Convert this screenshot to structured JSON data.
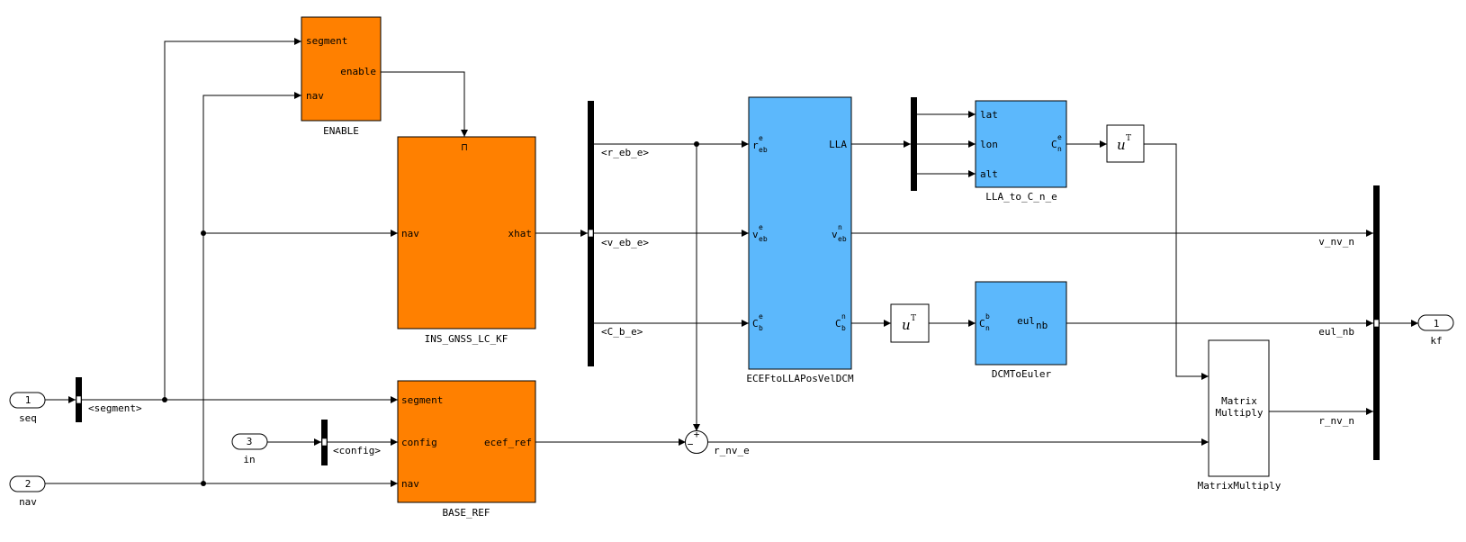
{
  "ports_in": [
    {
      "num": "1",
      "name": "seq"
    },
    {
      "num": "2",
      "name": "nav"
    },
    {
      "num": "3",
      "name": "in"
    }
  ],
  "port_out": {
    "num": "1",
    "name": "kf"
  },
  "blocks": {
    "enable": {
      "name": "ENABLE",
      "in1": "segment",
      "in2": "nav",
      "out": "enable"
    },
    "kf": {
      "name": "INS_GNSS_LC_KF",
      "in": "nav",
      "out": "xhat",
      "trigger": "⊓"
    },
    "base": {
      "name": "BASE_REF",
      "in1": "segment",
      "in2": "config",
      "in3": "nav",
      "out": "ecef_ref"
    },
    "ecef": {
      "name": "ECEFtoLLAPosVelDCM",
      "in1": {
        "base": "r",
        "sup": "e",
        "sub": "eb"
      },
      "in2": {
        "base": "v",
        "sup": "e",
        "sub": "eb"
      },
      "in3": {
        "base": "C",
        "sup": "e",
        "sub": "b"
      },
      "out1": "LLA",
      "out2": {
        "base": "v",
        "sup": "n",
        "sub": "eb"
      },
      "out3": {
        "base": "C",
        "sup": "n",
        "sub": "b"
      }
    },
    "lla": {
      "name": "LLA_to_C_n_e",
      "in1": "lat",
      "in2": "lon",
      "in3": "alt",
      "out": {
        "base": "C",
        "sup": "e",
        "sub": "n"
      }
    },
    "dcm": {
      "name": "DCMToEuler",
      "in": {
        "base": "C",
        "sup": "b",
        "sub": "n"
      },
      "out": {
        "base": "eul",
        "sub": "nb"
      }
    },
    "transpose1": {
      "base": "u",
      "sup": "T"
    },
    "transpose2": {
      "base": "u",
      "sup": "T"
    },
    "matmul": {
      "name": "MatrixMultiply",
      "line1": "Matrix",
      "line2": "Multiply"
    },
    "sum": {
      "plus": "+",
      "minus": "−"
    }
  },
  "signals": {
    "segment": "<segment>",
    "config": "<config>",
    "r_eb_e": "<r_eb_e>",
    "v_eb_e": "<v_eb_e>",
    "C_b_e": "<C_b_e>",
    "r_nv_e": "r_nv_e",
    "v_nv_n": "v_nv_n",
    "eul_nb": "eul_nb",
    "r_nv_n": "r_nv_n"
  }
}
